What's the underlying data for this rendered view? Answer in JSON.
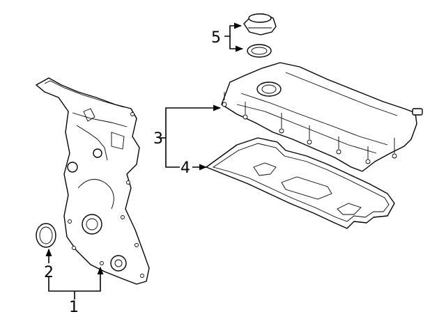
{
  "callouts": {
    "c1": "1",
    "c2": "2",
    "c3": "3",
    "c4": "4",
    "c5": "5"
  },
  "parts": [
    {
      "id": "timing-cover",
      "callout": "1"
    },
    {
      "id": "cover-seal",
      "callout": "2"
    },
    {
      "id": "valve-cover",
      "callout": "3"
    },
    {
      "id": "valve-cover-gasket",
      "callout": "4"
    },
    {
      "id": "oil-filler-cap",
      "callout": "5"
    }
  ]
}
